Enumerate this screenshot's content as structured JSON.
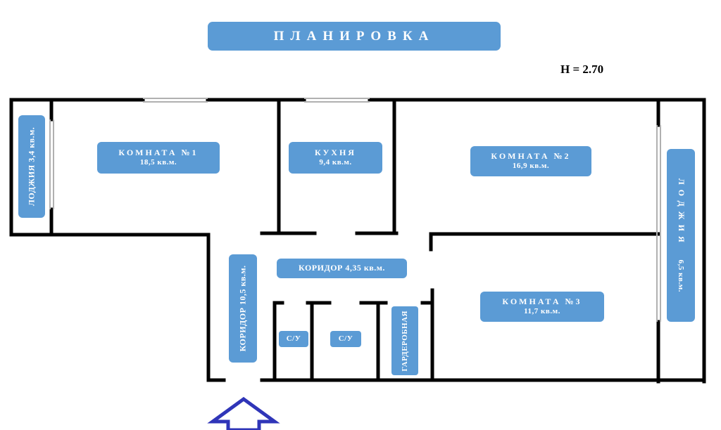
{
  "title": "ПЛАНИРОВКА",
  "ceiling_height": "H = 2.70",
  "rooms": {
    "room1": {
      "name": "КОМНАТА №1",
      "area": "18,5 кв.м."
    },
    "kitchen": {
      "name": "КУХНЯ",
      "area": "9,4 кв.м."
    },
    "room2": {
      "name": "КОМНАТА №2",
      "area": "16,9 кв.м."
    },
    "room3": {
      "name": "КОМНАТА №3",
      "area": "11,7 кв.м."
    },
    "loggia_left": {
      "text": "ЛОДЖИЯ 3,4 кв.м."
    },
    "loggia_right": {
      "name": "ЛОДЖИЯ",
      "area": "6,5 кв.м."
    },
    "corridor_main": {
      "text": "КОРИДОР 10,5 кв.м."
    },
    "corridor_small": {
      "text": "КОРИДОР 4,35 кв.м."
    },
    "bathroom1": {
      "text": "С/У"
    },
    "bathroom2": {
      "text": "С/У"
    },
    "wardrobe": {
      "text": "ГАРДЕРОБНАЯ"
    }
  },
  "colors": {
    "label_bg": "#5b9bd5",
    "label_text": "#ffffff",
    "wall": "#000000",
    "window": "#b0b0b0",
    "entrance_arrow": "#2f35b8"
  },
  "icons": {
    "entrance": "entrance-arrow-icon"
  }
}
